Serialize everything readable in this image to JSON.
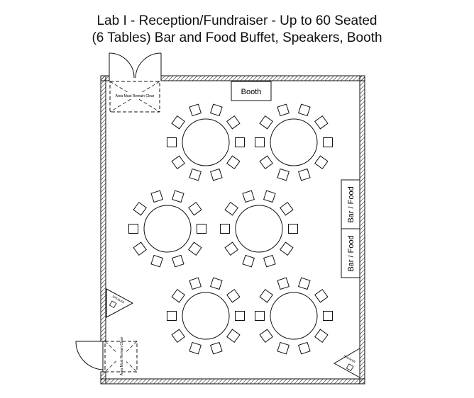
{
  "title_line1": "Lab I - Reception/Fundraiser - Up to 60 Seated",
  "title_line2": "(6 Tables) Bar and Food Buffet, Speakers, Booth",
  "booth_label": "Booth",
  "bar_food_labels": [
    "Bar / Food",
    "Bar / Food"
  ],
  "clear_area_label": "Area Must Remain Clear",
  "speaker_label": "SPEAKER",
  "tables": {
    "count": 6,
    "chairs_per_table": 10
  }
}
